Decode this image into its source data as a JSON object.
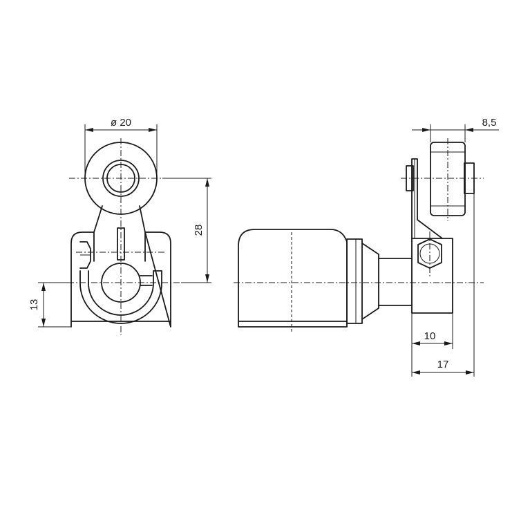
{
  "drawing": {
    "dimensions": {
      "roller_diameter": "ø 20",
      "center_height": "28",
      "base_height": "13",
      "roller_width": "8,5",
      "arm_offset": "10",
      "overall_depth": "17"
    },
    "colors": {
      "line": "#1a1a1a",
      "background": "#ffffff"
    }
  }
}
